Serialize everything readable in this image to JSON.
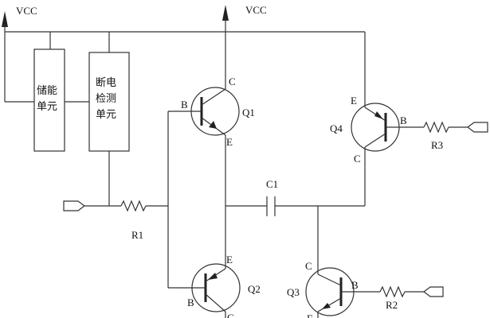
{
  "supply": {
    "left_label": "VCC",
    "top_label": "VCC"
  },
  "units": {
    "storage": {
      "line1": "储能",
      "line2": "单元"
    },
    "detect": {
      "line1": "断电",
      "line2": "检测",
      "line3": "单元"
    }
  },
  "transistors": {
    "q1": {
      "name": "Q1",
      "b": "B",
      "c": "C",
      "e": "E"
    },
    "q2": {
      "name": "Q2",
      "b": "B",
      "c": "C",
      "e": "E"
    },
    "q3": {
      "name": "Q3",
      "b": "B",
      "c": "C",
      "e": "E"
    },
    "q4": {
      "name": "Q4",
      "b": "B",
      "c": "C",
      "e": "E"
    }
  },
  "resistors": {
    "r1": "R1",
    "r2": "R2",
    "r3": "R3"
  },
  "capacitor": {
    "c1": "C1"
  }
}
